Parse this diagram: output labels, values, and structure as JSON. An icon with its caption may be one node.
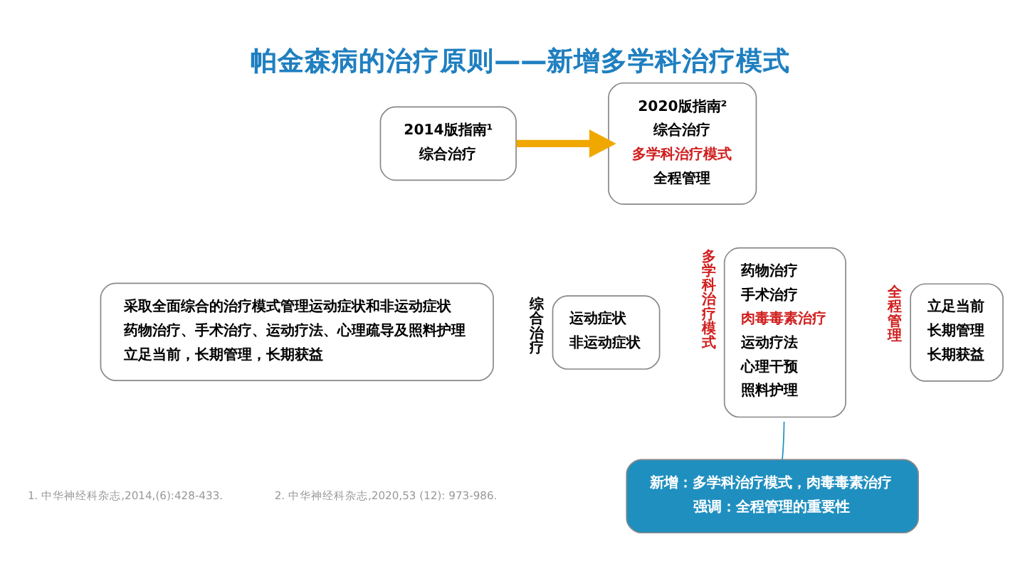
{
  "diagram": {
    "title": "帕金森病的治疗原则——新增多学科治疗模式",
    "nodes": [
      {
        "text": [
          "2014版指南¹",
          "综合治疗"
        ]
      },
      {
        "text": [
          "采取全面综合的治疗模式管理运动症状和非运动症状",
          "药物治疗、手术治疗、运动疗法、心理疏导及照料护理",
          "立足当前，长期管理，长期获益"
        ]
      },
      {
        "text": [
          "2020版指南²",
          "综合治疗",
          "多学科治疗模式",
          "全程管理"
        ]
      },
      {
        "text": [
          "运动症状",
          "非运动症状"
        ],
        "beside": [
          "综合治疗"
        ]
      },
      {
        "text": [
          "药物治疗",
          "手术治疗",
          "肉毒毒素治疗",
          "运动疗法",
          "心理干预",
          "照料护理"
        ],
        "beside": [
          "多学科治疗模式"
        ]
      },
      {
        "text": [
          "立足当前",
          "长期管理",
          "长期获益"
        ],
        "beside": [
          "全程管理"
        ]
      },
      {
        "text": [
          "新增：多学科治疗模式，肉毒毒素治疗",
          "强调：全程管理的重要性"
        ]
      }
    ],
    "edges": [
      {
        "from": 0,
        "to": 2,
        "arrow": "to",
        "style": "thick",
        "color": "#f0a800"
      },
      {
        "from": 6,
        "to": 4,
        "arrow": "none",
        "color": "#1f8fc0"
      }
    ],
    "labels": [
      "1. 中华神经科杂志,2014,(6):428-433.",
      "2. 中华神经科杂志,2020,53 (12): 973-986."
    ]
  }
}
